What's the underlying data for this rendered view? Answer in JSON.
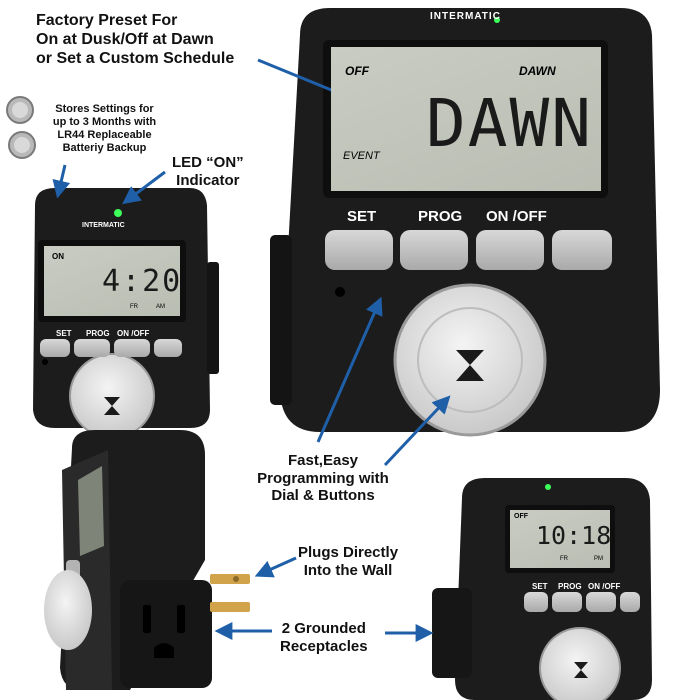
{
  "captions": {
    "factory_preset": [
      "Factory Preset For",
      "On at Dusk/Off at Dawn",
      "or Set a Custom Schedule"
    ],
    "battery": [
      "Stores Settings for",
      "up to 3 Months with",
      "LR44 Replaceable",
      "Batteriy Backup"
    ],
    "led": [
      "LED “ON”",
      "Indicator"
    ],
    "programming": [
      "Fast,Easy",
      "Programming with",
      "Dial & Buttons"
    ],
    "plugs": [
      "Plugs Directly",
      "Into the Wall"
    ],
    "receptacles": [
      "2 Grounded",
      "Receptacles"
    ]
  },
  "brand": "INTERMATIC",
  "large_timer": {
    "lcd_top_left": "OFF",
    "lcd_top_right": "DAWN",
    "lcd_main": "DAWN",
    "lcd_bottom_left": "EVENT",
    "buttons": [
      "SET",
      "PROG",
      "ON /OFF"
    ]
  },
  "small_timer": {
    "lcd_top_left": "ON",
    "lcd_main": "4:20",
    "lcd_day": "FR",
    "lcd_ampm": "AM",
    "buttons": [
      "SET",
      "PROG",
      "ON /OFF"
    ]
  },
  "right_timer": {
    "lcd_top_left": "OFF",
    "lcd_main": "10:18",
    "lcd_day": "FR",
    "lcd_ampm": "PM",
    "buttons": [
      "SET",
      "PROG",
      "ON /OFF"
    ]
  },
  "colors": {
    "body": "#1c1c1c",
    "lcd": "#c3c6bb",
    "button": "#c8c8c8",
    "led": "#3cff5a",
    "arrow": "#1f5fa8"
  }
}
